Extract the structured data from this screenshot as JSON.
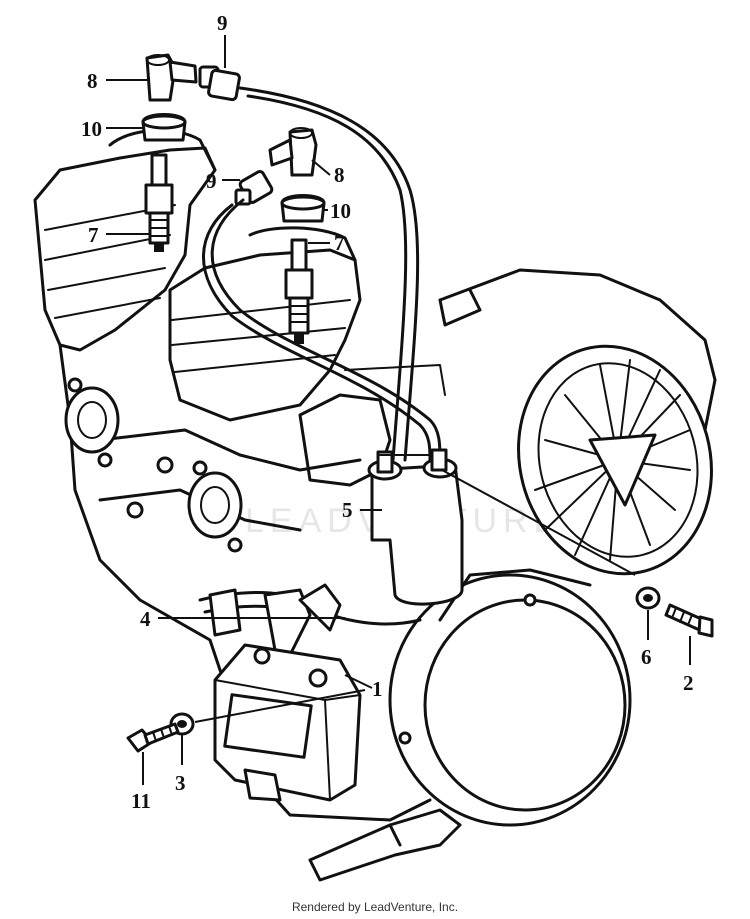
{
  "diagram": {
    "callouts": {
      "c1": "1",
      "c2": "2",
      "c3": "3",
      "c4": "4",
      "c5": "5",
      "c6": "6",
      "c7a": "7",
      "c7b": "7",
      "c8a": "8",
      "c8b": "8",
      "c9a": "9",
      "c9b": "9",
      "c10a": "10",
      "c10b": "10",
      "c11": "11"
    },
    "watermark": "LEADVENTURE"
  },
  "footer": {
    "credit": "Rendered by LeadVenture, Inc."
  }
}
